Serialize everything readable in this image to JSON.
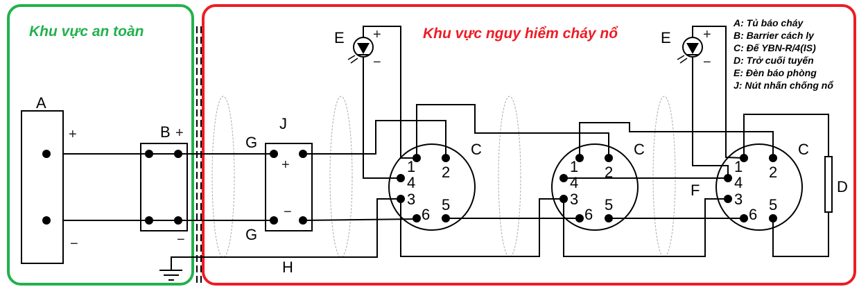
{
  "zones": {
    "safe": {
      "title": "Khu vực an toàn",
      "color": "#22b14c"
    },
    "hazard": {
      "title": "Khu vực nguy hiểm cháy nổ",
      "color": "#ed1c24"
    }
  },
  "legend": [
    "A: Tủ báo cháy",
    "B: Barrier cách ly",
    "C: Đế YBN-R/4(IS)",
    "D: Trở cuối tuyến",
    "E: Đèn báo phòng",
    "J: Nút nhấn chống nổ"
  ],
  "labels": {
    "A": "A",
    "B": "B",
    "C": "C",
    "D": "D",
    "E": "E",
    "F": "F",
    "G": "G",
    "H": "H",
    "J": "J",
    "plus": "+",
    "minus": "−"
  },
  "base_pins": [
    "1",
    "2",
    "3",
    "4",
    "5",
    "6"
  ]
}
